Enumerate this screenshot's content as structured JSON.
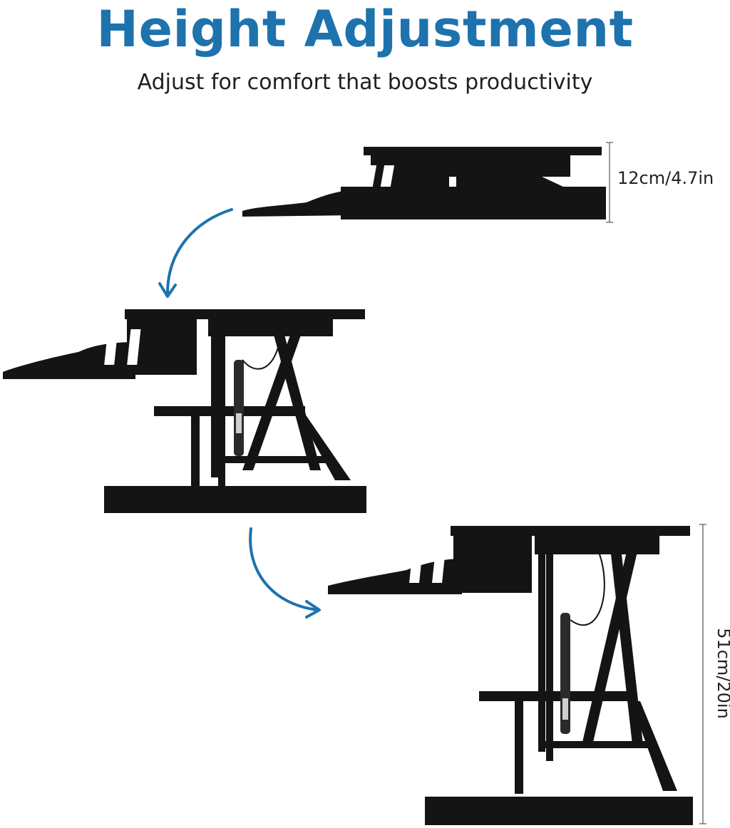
{
  "header": {
    "title": "Height Adjustment",
    "subtitle": "Adjust for comfort that boosts productivity"
  },
  "dimensions": {
    "min_height": "12cm/4.7in",
    "max_height": "51cm/20in"
  },
  "colors": {
    "title": "#1e72ad",
    "arrow": "#1e72ad",
    "product": "#141414"
  },
  "icons": [
    "curved-arrow-down-icon",
    "curved-arrow-right-icon"
  ]
}
